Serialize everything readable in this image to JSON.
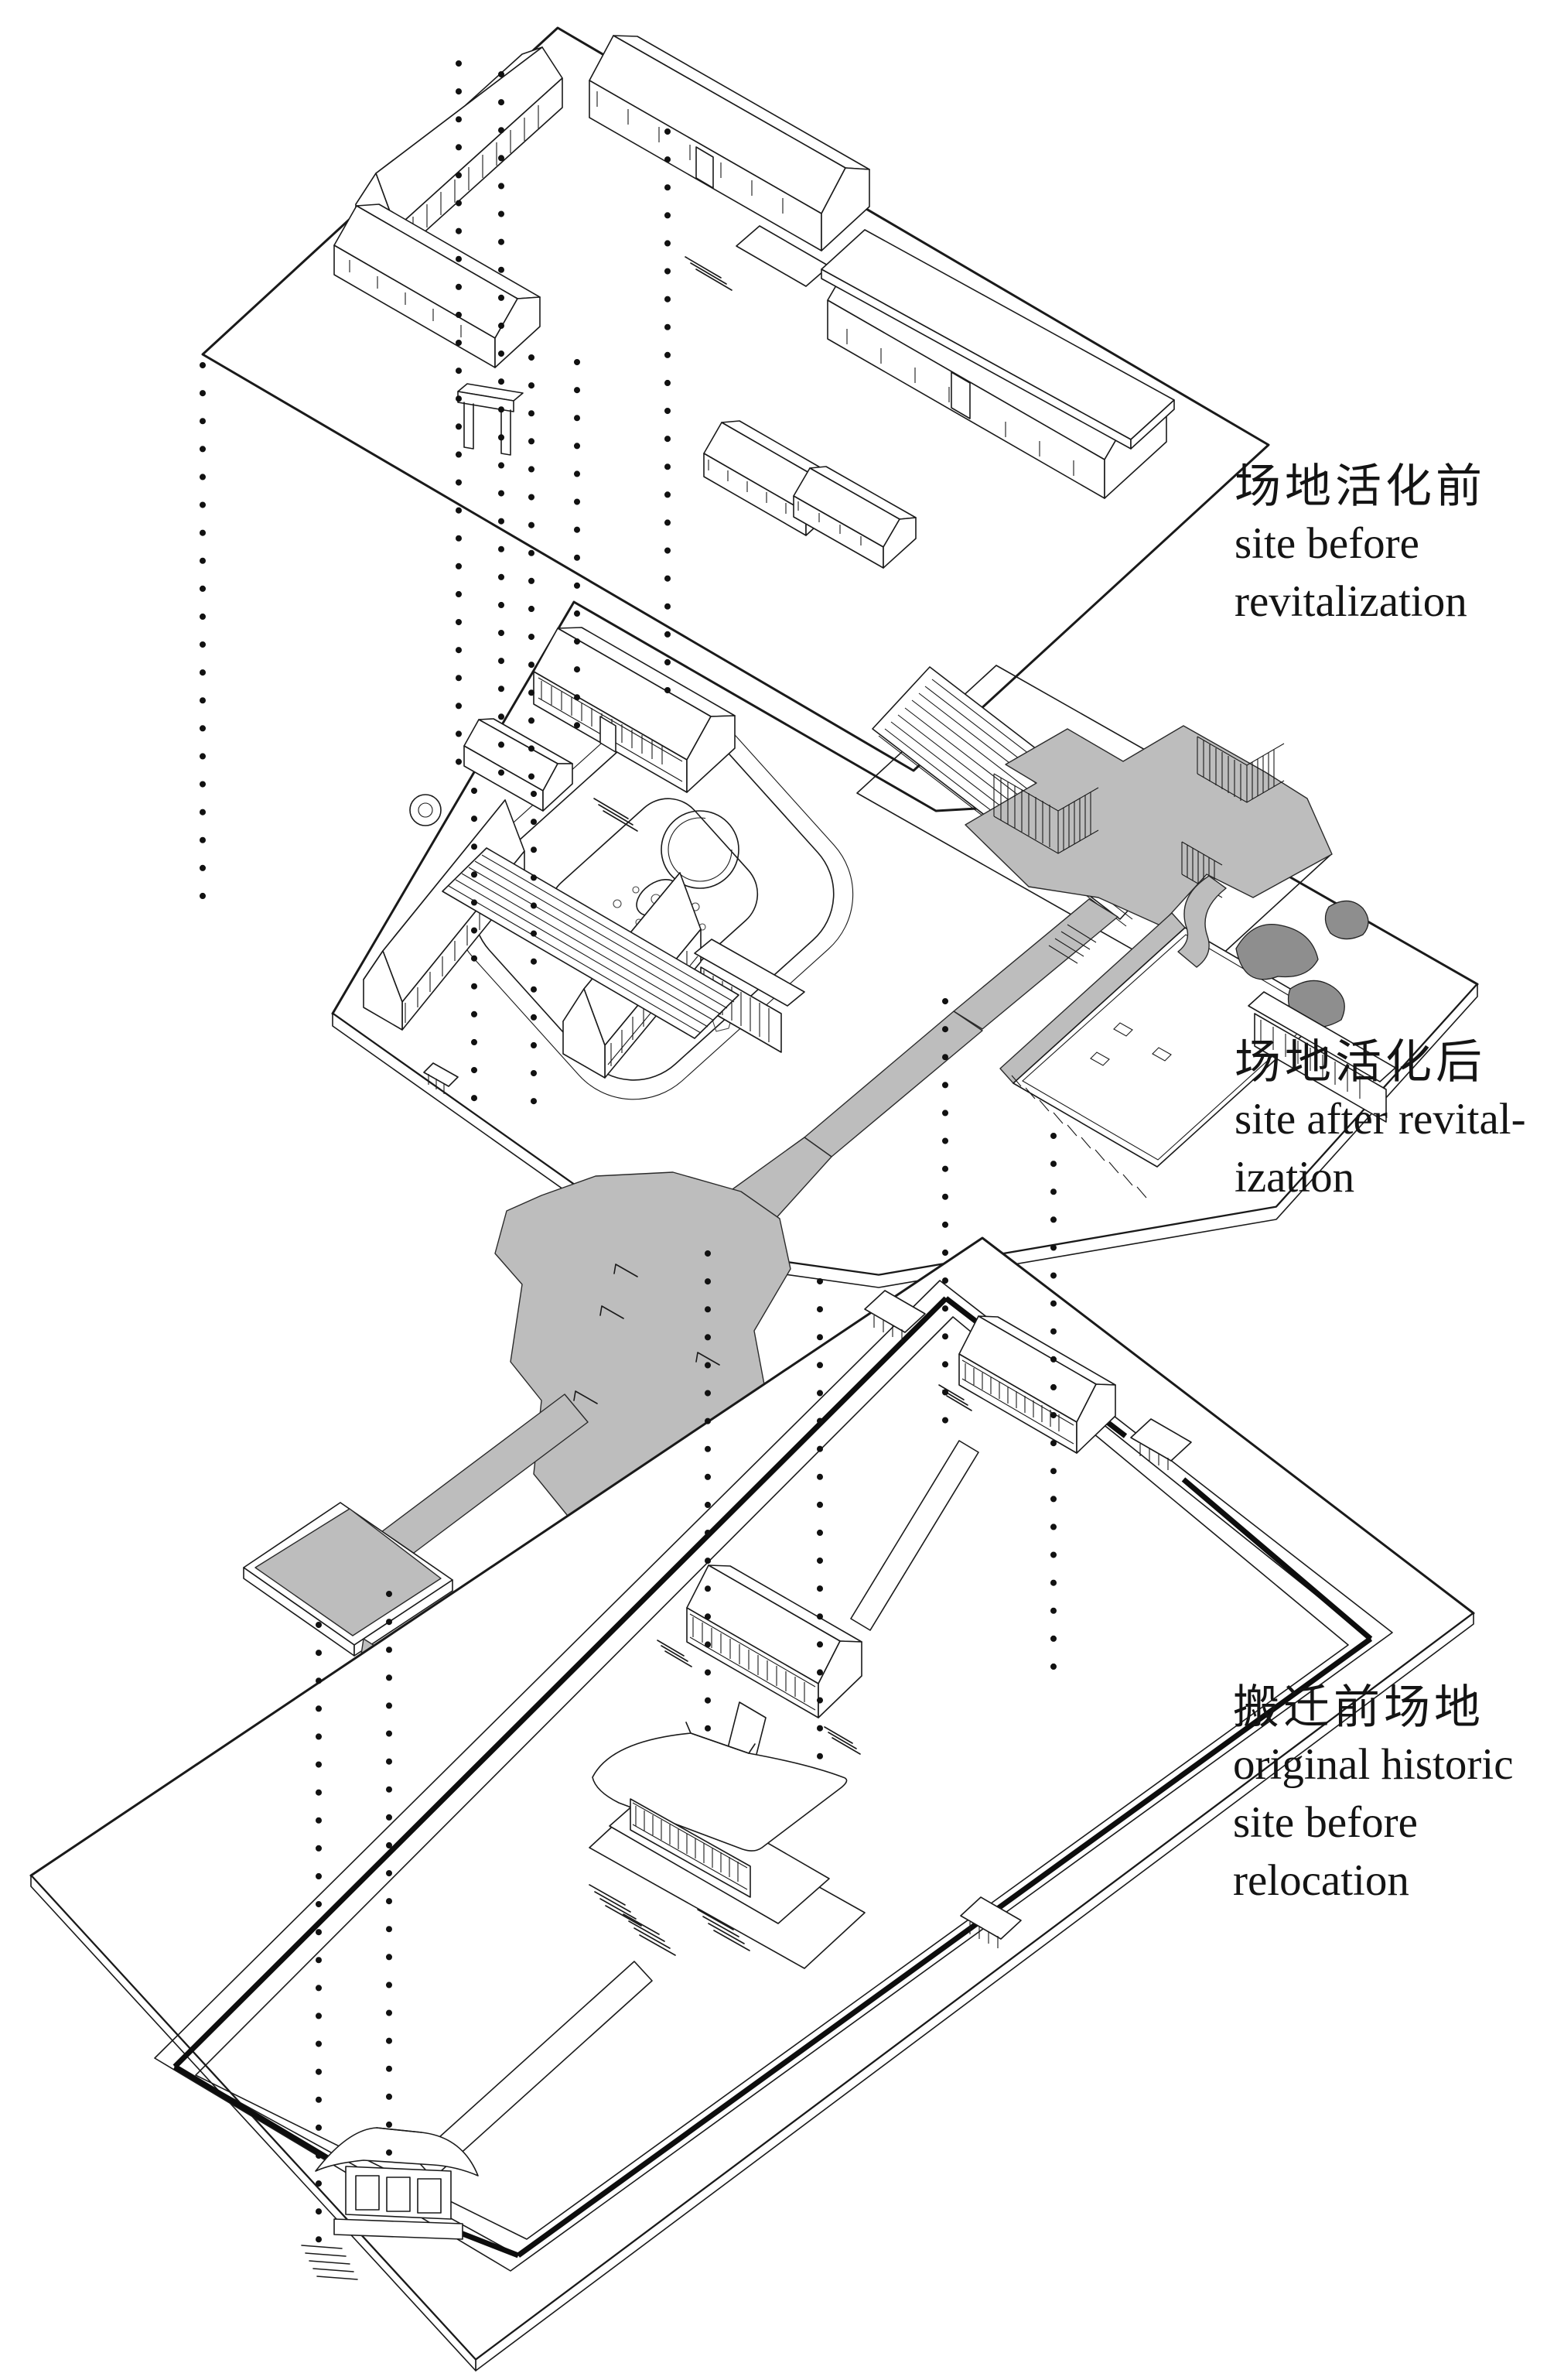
{
  "diagram": {
    "type": "exploded-axonometric-site-diagram",
    "background": "#ffffff",
    "line_color": "#1a1a1a",
    "path_gray": "#bdbdbd",
    "rock_gray": "#8e8e8e"
  },
  "layers": [
    {
      "id": "site-before-revitalization",
      "label_zh": "场地活化前",
      "label_en_line1": "site before",
      "label_en_line2": "revitalization"
    },
    {
      "id": "site-after-revitalization",
      "label_zh": "场地活化后",
      "label_en_line1": "site after revital-",
      "label_en_line2": "ization"
    },
    {
      "id": "original-historic-site-before-relocation",
      "label_zh": "搬迁前场地",
      "label_en_line1": "original historic",
      "label_en_line2": "site before",
      "label_en_line3": "relocation"
    }
  ]
}
